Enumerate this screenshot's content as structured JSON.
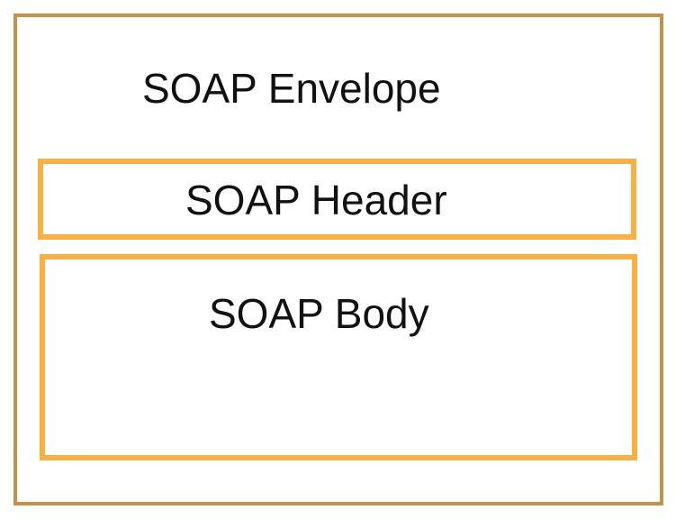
{
  "diagram": {
    "envelope": {
      "label": "SOAP Envelope"
    },
    "header": {
      "label": "SOAP Header"
    },
    "body": {
      "label": "SOAP Body"
    }
  },
  "colors": {
    "envelope_border": "#c8914a",
    "inner_border": "#f7b046",
    "text": "#111111",
    "background": "#ffffff"
  }
}
